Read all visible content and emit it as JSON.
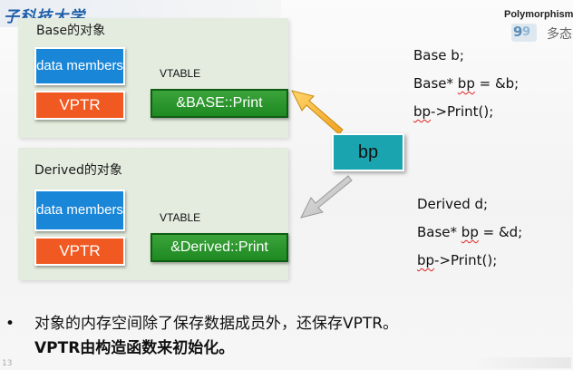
{
  "header": {
    "logo_text": "子科技大学",
    "brand_title": "Polymorphism",
    "brand_sub": "多态"
  },
  "base_panel": {
    "title": "Base的对象",
    "data_members": "data members",
    "vptr": "VPTR",
    "vtable_label": "VTABLE",
    "vtable_entry": "&BASE::Print"
  },
  "derived_panel": {
    "title": "Derived的对象",
    "data_members": "data members",
    "vptr": "VPTR",
    "vtable_label": "VTABLE",
    "vtable_entry": "&Derived::Print"
  },
  "pointer_box": {
    "label": "bp"
  },
  "code_base": {
    "line1": "Base  b;",
    "line2_a": "Base* ",
    "line2_b": "bp",
    "line2_c": " = &b;",
    "line3_a": "bp",
    "line3_b": "->Print();"
  },
  "code_derived": {
    "line1": "Derived  d;",
    "line2_a": "Base* ",
    "line2_b": "bp",
    "line2_c": " = &d;",
    "line3_a": "bp",
    "line3_b": "->Print();"
  },
  "notes": {
    "bullet": "•",
    "line1": "对象的内存空间除了保存数据成员外，还保存VPTR。",
    "line2": "VPTR由构造函数来初始化。"
  },
  "footer": {
    "page_number": "13"
  },
  "colors": {
    "blue_box": "#1a86d8",
    "red_box": "#f05a22",
    "green_box": "#1f8a22",
    "teal_box": "#1aa4b0",
    "panel_bg": "#e4ecdf"
  }
}
